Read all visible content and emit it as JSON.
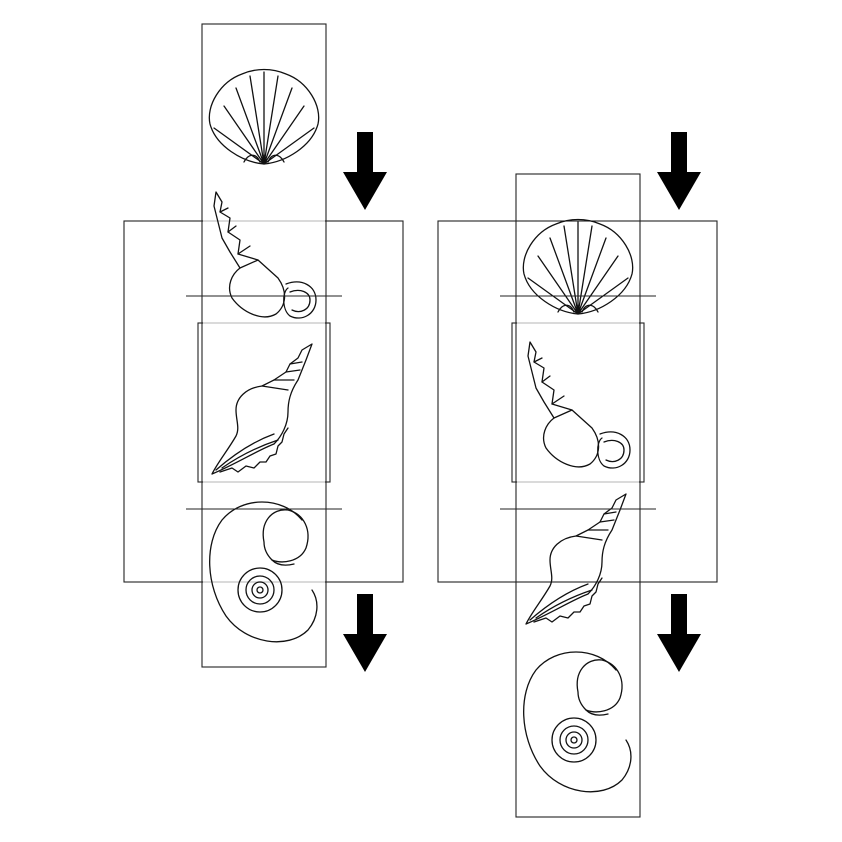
{
  "colors": {
    "line": "#222222",
    "arrow": "#000000",
    "background": "#ffffff"
  },
  "panels": [
    {
      "id": "left",
      "shells": [
        "scallop-shell",
        "auger-shell",
        "conch-shell",
        "snail-shell"
      ],
      "arrows": [
        "down",
        "down"
      ]
    },
    {
      "id": "right",
      "shells": [
        "scallop-shell",
        "auger-shell",
        "conch-shell",
        "snail-shell"
      ],
      "arrows": [
        "down",
        "down"
      ]
    }
  ]
}
